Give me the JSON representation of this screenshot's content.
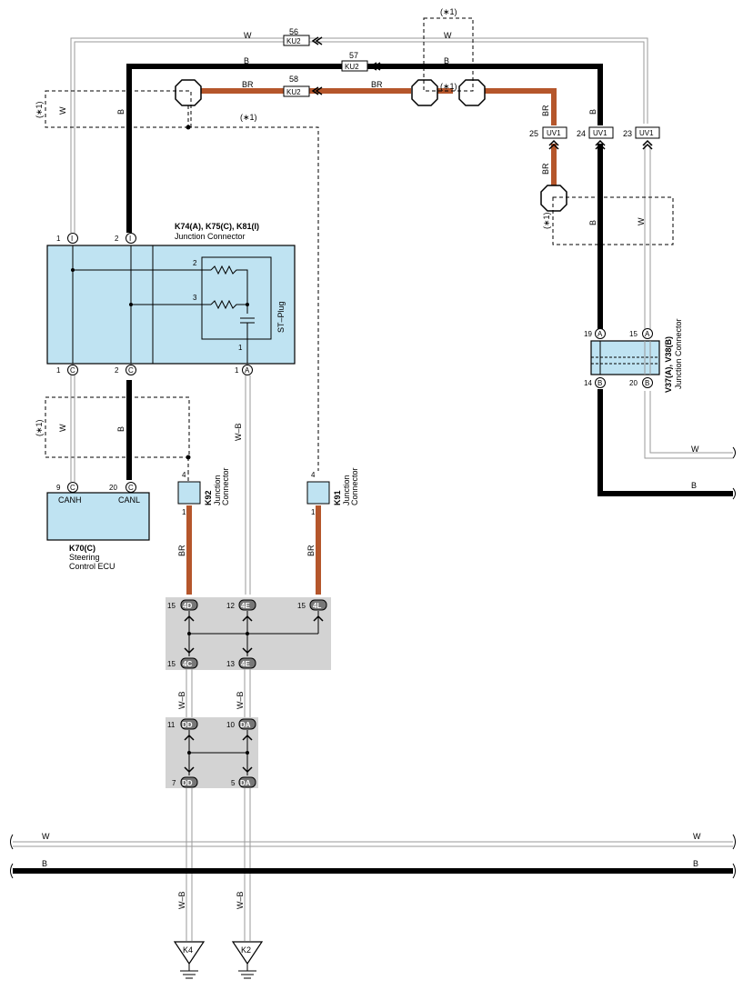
{
  "colors": {
    "br_wire": "#b5562b",
    "b_wire": "#000000",
    "w_wire": "#9a9a9a",
    "connector_fill": "#bfe3f2",
    "junction_fill": "#d3d3d3"
  },
  "wire_labels": {
    "w": "W",
    "b": "B",
    "br": "BR",
    "wb": "W–B"
  },
  "note_star1": "(∗1)",
  "inline_connectors": {
    "ku2": "KU2",
    "uv1": "UV1",
    "pin56": "56",
    "pin57": "57",
    "pin58": "58",
    "pin25": "25",
    "pin24": "24",
    "pin23": "23"
  },
  "k74": {
    "title": "K74(A), K75(C), K81(I)",
    "subtitle": "Junction Connector",
    "pin_top_1": "1",
    "pin_top_2": "2",
    "pin_letter_i": "I",
    "pin_bottom_1": "1",
    "pin_bottom_2": "2",
    "pin_bottom_1a": "1",
    "pin_letter_c": "C",
    "pin_letter_a": "A",
    "inner_pin_2": "2",
    "inner_pin_3": "3",
    "inner_pin_1": "1",
    "st_plug": "ST–Plug"
  },
  "k70": {
    "title": "K70(C)",
    "line2": "Steering",
    "line3": "Control ECU",
    "pin9": "9",
    "pin20": "20",
    "letter": "C",
    "canh": "CANH",
    "canl": "CANL"
  },
  "k92": {
    "id": "K92",
    "line1": "Junction",
    "line2": "Connector",
    "pin4": "4",
    "pin1": "1"
  },
  "k91": {
    "id": "K91",
    "line1": "Junction",
    "line2": "Connector",
    "pin4": "4",
    "pin1": "1"
  },
  "v37": {
    "title": "V37(A), V38(B)",
    "subtitle": "Junction Connector",
    "pin19": "19",
    "pin15": "15",
    "pin14": "14",
    "pin20": "20",
    "letter_a": "A",
    "letter_b": "B"
  },
  "jb1": {
    "p15_4d_num": "15",
    "p15_4d": "4D",
    "p12_4e_num": "12",
    "p12_4e": "4E",
    "p15_4l_num": "15",
    "p15_4l": "4L",
    "p15_4c_num": "15",
    "p15_4c": "4C",
    "p13_4e_num": "13",
    "p13_4e": "4E"
  },
  "jb2": {
    "p11_dd_num": "11",
    "p11_dd": "DD",
    "p10_da_num": "10",
    "p10_da": "DA",
    "p7_dd_num": "7",
    "p7_dd": "DD",
    "p5_da_num": "5",
    "p5_da": "DA"
  },
  "grounds": {
    "k4": "K4",
    "k2": "K2"
  }
}
